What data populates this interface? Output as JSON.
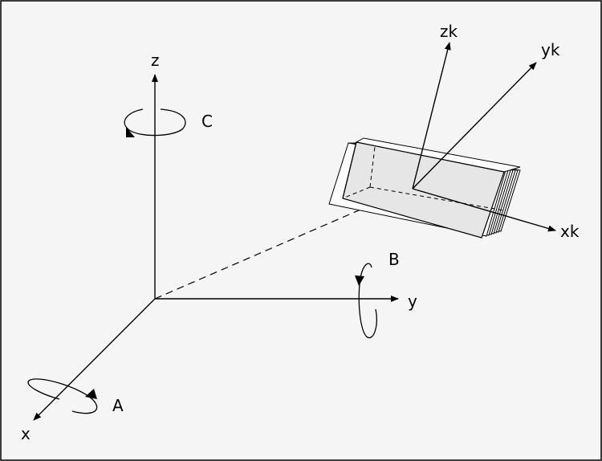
{
  "diagram": {
    "world_axes": {
      "x": "x",
      "y": "y",
      "z": "z"
    },
    "rotations": {
      "a": "A",
      "b": "B",
      "c": "C"
    },
    "tool_axes": {
      "xk": "xk",
      "yk": "yk",
      "zk": "zk"
    },
    "colors": {
      "background": "#f5f5f5",
      "stroke": "#000000",
      "box_front": "#f0f0f0",
      "box_side": "#dcdcdc",
      "box_top": "#e6e6e6"
    }
  }
}
